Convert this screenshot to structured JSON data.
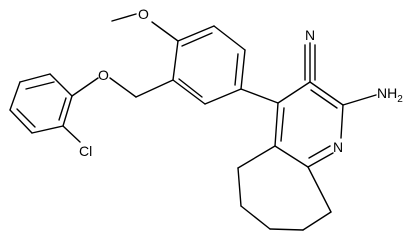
{
  "labels": {
    "cl": "Cl",
    "o_ether": "O",
    "o_methoxy": "O",
    "n_nitrile": "N",
    "nh2": "NH",
    "nh2_sub": "2",
    "n_ring": "N"
  },
  "colors": {
    "bond": "#000000",
    "text": "#000000",
    "background": "#ffffff"
  }
}
